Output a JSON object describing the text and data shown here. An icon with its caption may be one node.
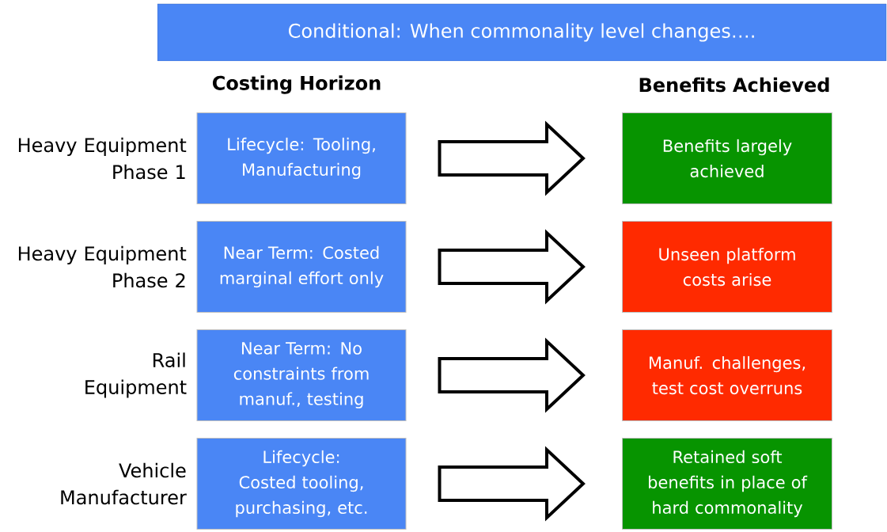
{
  "diagram": {
    "title": "Conditional: When commonality level changes….",
    "nodes": [
      {
        "text": [
          "Lifecycle: Tooling, Manufacturing"
        ]
      },
      {
        "text": [
          "Benefits largely achieved"
        ]
      },
      {
        "text": [
          "Near Term: Costed marginal effort only"
        ]
      },
      {
        "text": [
          "Unseen platform costs arise"
        ]
      },
      {
        "text": [
          "Near Term: No constraints from manuf., testing"
        ]
      },
      {
        "text": [
          "Manuf. challenges, test cost overruns"
        ]
      },
      {
        "text": [
          "Lifecycle: Costed tooling, purchasing, etc."
        ]
      },
      {
        "text": [
          "Retained soft benefits in place of hard commonality"
        ]
      }
    ],
    "edges": [
      {
        "from": 0,
        "to": 1,
        "arrow": "to"
      },
      {
        "from": 2,
        "to": 3,
        "arrow": "to"
      },
      {
        "from": 4,
        "to": 5,
        "arrow": "to"
      },
      {
        "from": 6,
        "to": 7,
        "arrow": "to"
      }
    ],
    "labels": [
      "Costing Horizon",
      "Benefits Achieved",
      "Heavy Equipment Phase 1",
      "Heavy Equipment Phase 2",
      "Rail Equipment",
      "Vehicle Manufacturer"
    ]
  }
}
